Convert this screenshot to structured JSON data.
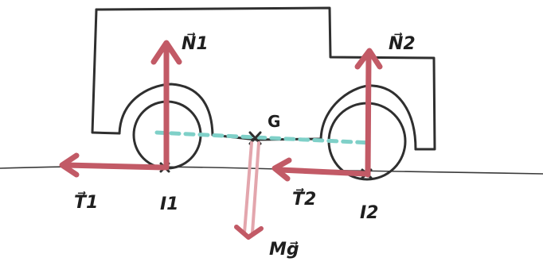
{
  "labels": {
    "N1": "N⃗1",
    "N2": "N⃗2",
    "G": "G",
    "T1": "T⃗1",
    "T2": "T⃗2",
    "I1": "I1",
    "I2": "I2",
    "Mg": "Mg⃗"
  },
  "colors": {
    "ink": "#2f2f2f",
    "force": "#c25a66",
    "force_light": "#e3a6ad",
    "dashed": "#7fd0c8"
  }
}
